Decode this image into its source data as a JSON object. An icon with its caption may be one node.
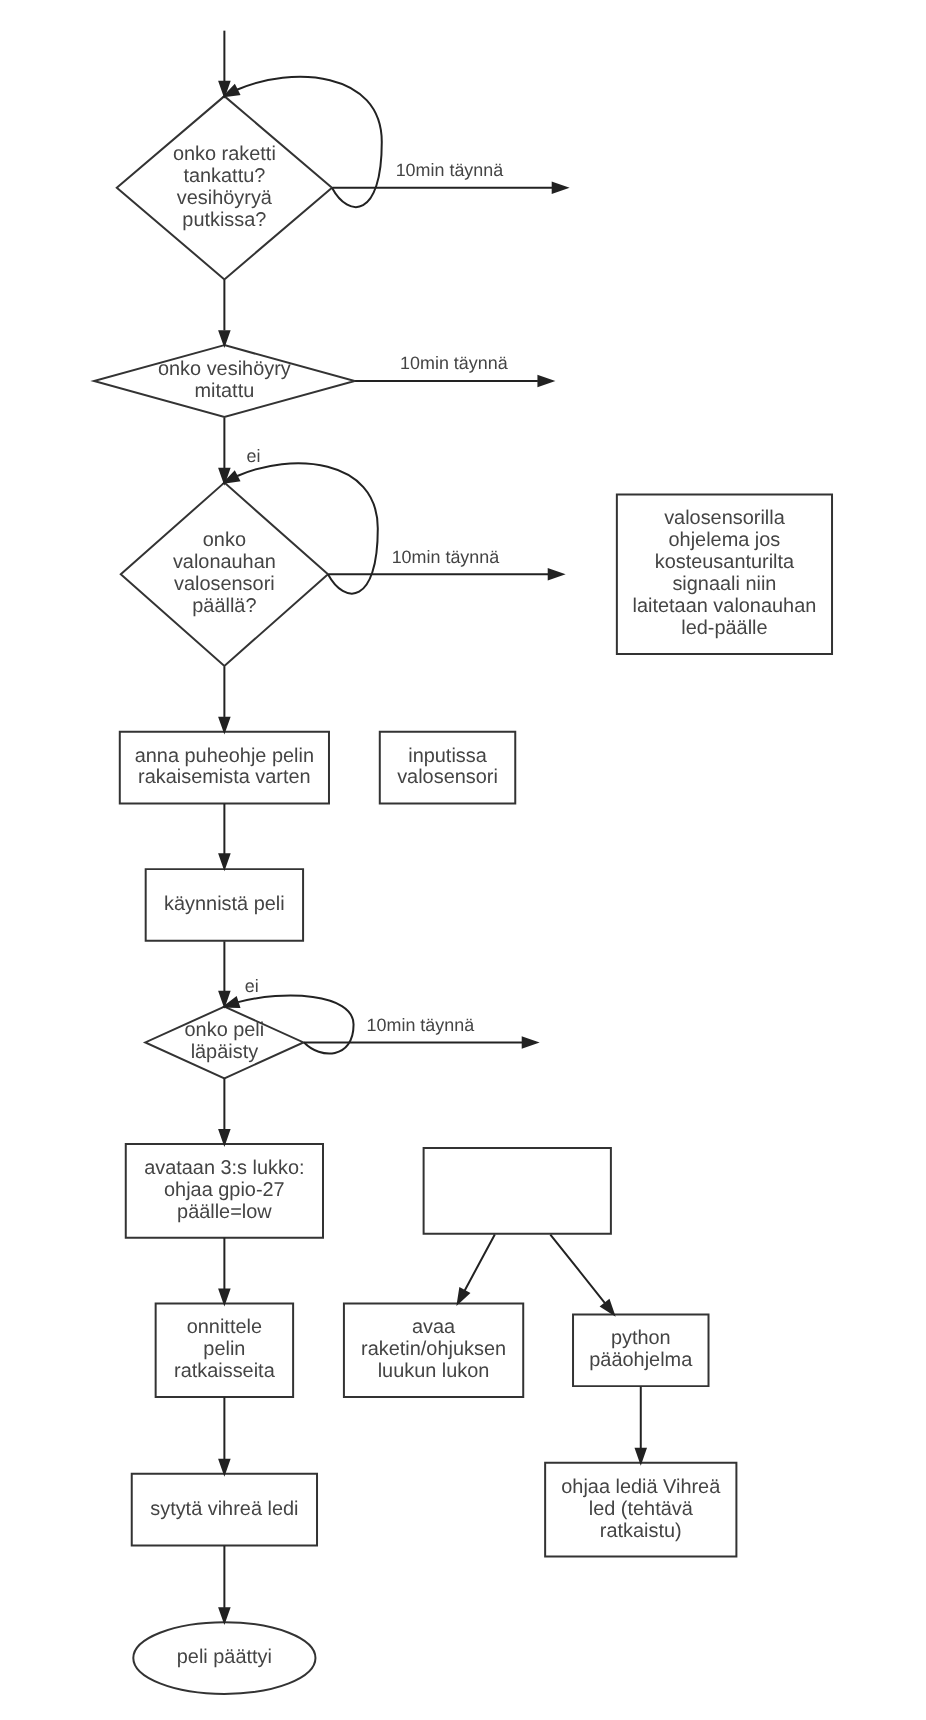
{
  "diagram": {
    "nodes": [
      {
        "text": [
          "onko raketti tankattu? vesihöyryä putkissa?"
        ]
      },
      {
        "text": [
          "onko vesihöyry mitattu"
        ]
      },
      {
        "text": [
          "onko valonauhan valosensori päällä?"
        ]
      },
      {
        "text": [
          "anna puheohje pelin rakaisemista varten"
        ]
      },
      {
        "text": [
          "käynnistä peli"
        ]
      },
      {
        "text": [
          "onko peli läpäisty"
        ]
      },
      {
        "text": [
          "avataan 3:s lukko:  ohjaa gpio-27 päälle=low"
        ]
      },
      {
        "text": [
          "onnittele pelin ratkaisseita"
        ]
      },
      {
        "text": [
          "sytytä vihreä ledi"
        ]
      },
      {
        "text": [
          "peli päättyi"
        ]
      },
      {
        "text": [
          "valosensorilla ohjelema jos kosteusanturilta signaali niin laitetaan valonauhan led-päälle"
        ]
      },
      {
        "text": [
          "inputissa valosensori"
        ]
      },
      {
        "text": [],
        "shape": "box"
      },
      {
        "text": [
          "avaa raketin/ohjuksen luukun lukon"
        ]
      },
      {
        "text": [
          "python pääohjelma"
        ]
      },
      {
        "text": [
          "ohjaa lediä Vihreä led (tehtävä ratkaistu)"
        ]
      }
    ],
    "edges": [
      {
        "from": 0,
        "to": 0,
        "arrow": "to"
      },
      {
        "from": 0,
        "to": 1,
        "arrow": "to"
      },
      {
        "from": 1,
        "to": 2,
        "arrow": "to"
      },
      {
        "from": 2,
        "to": 2,
        "arrow": "to",
        "label": "ei"
      },
      {
        "from": 2,
        "to": 3,
        "arrow": "to"
      },
      {
        "from": 3,
        "to": 4,
        "arrow": "to"
      },
      {
        "from": 4,
        "to": 5,
        "arrow": "to"
      },
      {
        "from": 5,
        "to": 5,
        "arrow": "to",
        "label": "ei"
      },
      {
        "from": 5,
        "to": 6,
        "arrow": "to"
      },
      {
        "from": 6,
        "to": 7,
        "arrow": "to"
      },
      {
        "from": 7,
        "to": 8,
        "arrow": "to"
      },
      {
        "from": 8,
        "to": 9,
        "arrow": "to"
      },
      {
        "from": 12,
        "to": 13,
        "arrow": "to"
      },
      {
        "from": 12,
        "to": 14,
        "arrow": "to"
      },
      {
        "from": 14,
        "to": 15,
        "arrow": "to"
      },
      {
        "from": 0,
        "to": null,
        "arrow": "to",
        "label": "10min täynnä"
      },
      {
        "from": 1,
        "to": null,
        "arrow": "to",
        "label": "10min täynnä"
      },
      {
        "from": 2,
        "to": null,
        "arrow": "to",
        "label": "10min täynnä"
      },
      {
        "from": 5,
        "to": null,
        "arrow": "to",
        "label": "10min täynnä"
      },
      {
        "from": null,
        "to": 0,
        "arrow": "to"
      }
    ]
  }
}
